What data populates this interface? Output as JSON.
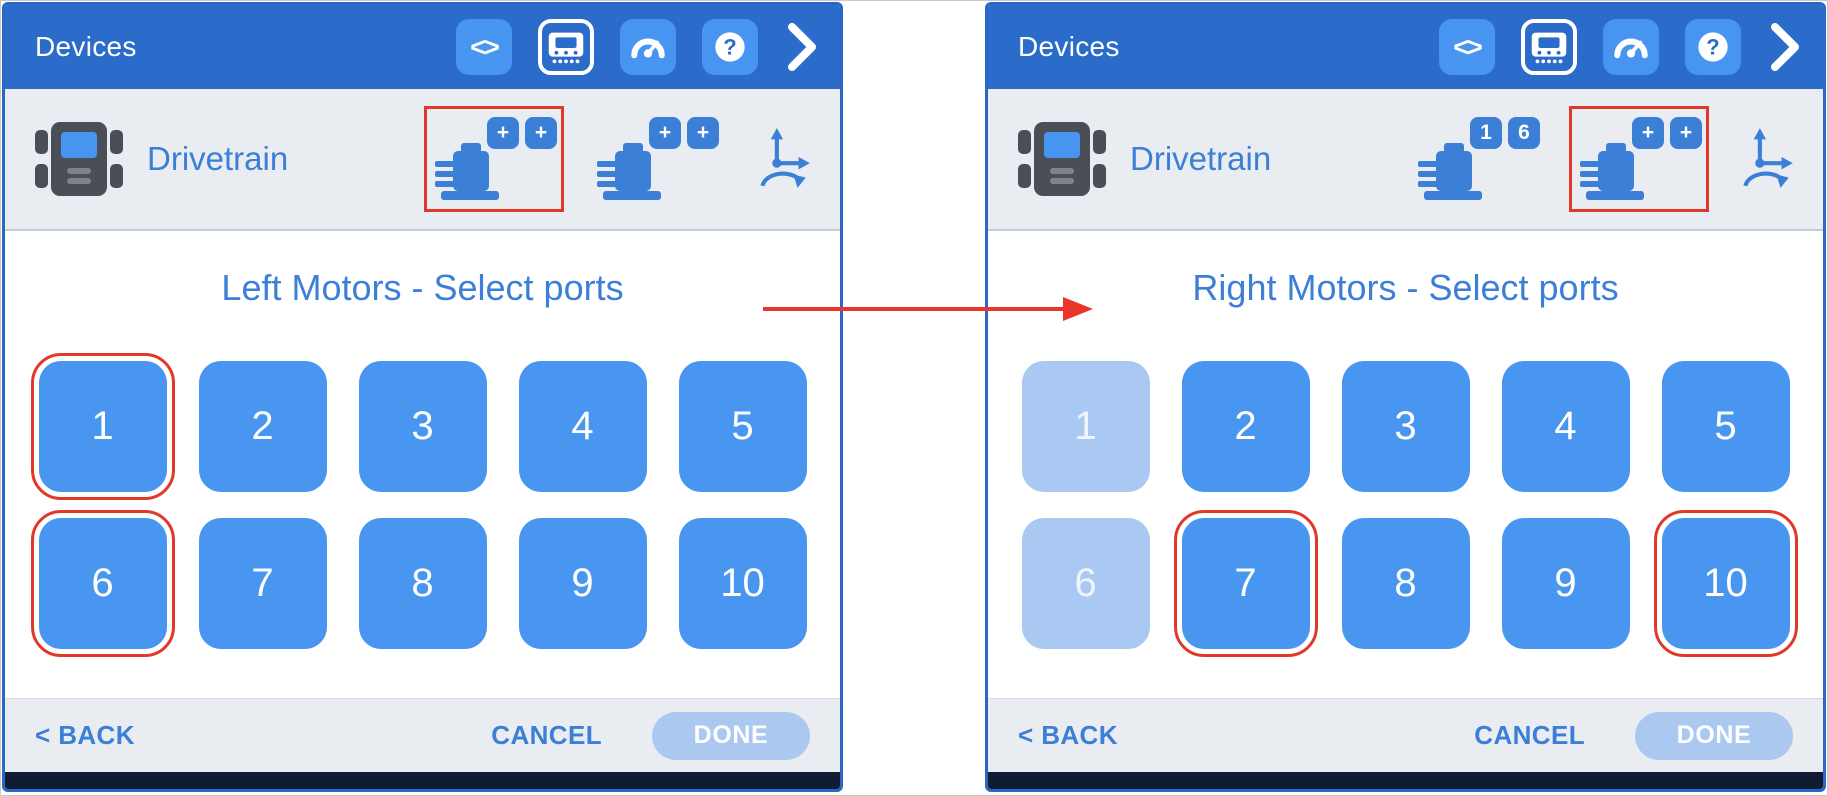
{
  "colors": {
    "header_blue": "#2b6cca",
    "tile_blue": "#4795f1",
    "link_blue": "#3c7fd6",
    "port_blue": "#4996f0",
    "port_disabled_blue": "#a9c9f3",
    "selection_red": "#e0392b",
    "arrow_red": "#e8362a",
    "toolbar_gray": "#e9ecf1",
    "done_disabled_blue": "#abc9f0",
    "bottom_strip_navy": "#111b31"
  },
  "icons": {
    "code-icon": "<>",
    "brain-icon": "svg-brain",
    "gauge-icon": "svg-gauge",
    "help-icon": "?",
    "chevron-right-icon": "svg-chevron",
    "drivetrain-icon": "svg-drivetrain",
    "motor-group-icon": "svg-motor",
    "gyro-icon": "svg-gyro",
    "transition-arrow-icon": "svg-arrow-right"
  },
  "panels": [
    {
      "header_title": "Devices",
      "drivetrain_label": "Drivetrain",
      "motor_groups": [
        {
          "name": "left-motor-group",
          "badges": [
            "+",
            "+"
          ],
          "state": "selected"
        },
        {
          "name": "right-motor-group",
          "badges": [
            "+",
            "+"
          ],
          "state": "normal"
        }
      ],
      "title": "Left Motors - Select ports",
      "ports": [
        {
          "label": "1",
          "state": "selected"
        },
        {
          "label": "2",
          "state": "normal"
        },
        {
          "label": "3",
          "state": "normal"
        },
        {
          "label": "4",
          "state": "normal"
        },
        {
          "label": "5",
          "state": "normal"
        },
        {
          "label": "6",
          "state": "selected"
        },
        {
          "label": "7",
          "state": "normal"
        },
        {
          "label": "8",
          "state": "normal"
        },
        {
          "label": "9",
          "state": "normal"
        },
        {
          "label": "10",
          "state": "normal"
        }
      ],
      "footer": {
        "back": "< BACK",
        "cancel": "CANCEL",
        "done": "DONE",
        "done_state": "disabled"
      }
    },
    {
      "header_title": "Devices",
      "drivetrain_label": "Drivetrain",
      "motor_groups": [
        {
          "name": "left-motor-group",
          "badges": [
            "1",
            "6"
          ],
          "state": "normal"
        },
        {
          "name": "right-motor-group",
          "badges": [
            "+",
            "+"
          ],
          "state": "selected"
        }
      ],
      "title": "Right Motors - Select ports",
      "ports": [
        {
          "label": "1",
          "state": "disabled"
        },
        {
          "label": "2",
          "state": "normal"
        },
        {
          "label": "3",
          "state": "normal"
        },
        {
          "label": "4",
          "state": "normal"
        },
        {
          "label": "5",
          "state": "normal"
        },
        {
          "label": "6",
          "state": "disabled"
        },
        {
          "label": "7",
          "state": "selected"
        },
        {
          "label": "8",
          "state": "normal"
        },
        {
          "label": "9",
          "state": "normal"
        },
        {
          "label": "10",
          "state": "selected"
        }
      ],
      "footer": {
        "back": "< BACK",
        "cancel": "CANCEL",
        "done": "DONE",
        "done_state": "disabled"
      }
    }
  ]
}
